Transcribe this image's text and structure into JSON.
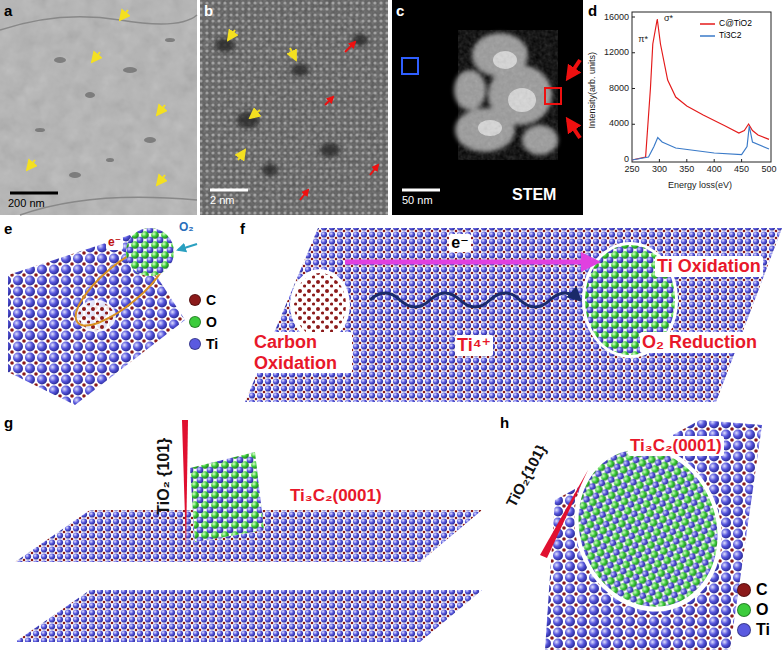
{
  "diagram": {
    "labels": [
      "a",
      "200 nm",
      "b",
      "2 nm",
      "c",
      "50 nm",
      "STEM",
      "d",
      "16000",
      "12000",
      "8000",
      "4000",
      "0",
      "250",
      "300",
      "350",
      "400",
      "450",
      "500",
      "Intensity(arb. units)",
      "Energy loss(eV)",
      "π*",
      "σ*",
      "e",
      "e⁻",
      "O₂",
      "f",
      "e⁻",
      "Carbon Oxidation",
      "Ti⁴⁺",
      "Ti Oxidation",
      "O₂ Reduction",
      "g",
      "TiO₂ {101}",
      "Ti₃C₂(0001)",
      "h",
      "TiO₂{101}",
      "Ti₃C₂(0001)"
    ],
    "legend": [
      {
        "text": "C",
        "color": "#8b1a1a"
      },
      {
        "text": "O",
        "color": "#3ccc3c"
      },
      {
        "text": "Ti",
        "color": "#5a5ae0"
      },
      {
        "text": "C@TiO2"
      },
      {
        "text": "Ti3C2"
      },
      {
        "text": "C",
        "color": "#8b1a1a"
      },
      {
        "text": "O",
        "color": "#3ccc3c"
      },
      {
        "text": "Ti",
        "color": "#5a5ae0"
      }
    ]
  }
}
